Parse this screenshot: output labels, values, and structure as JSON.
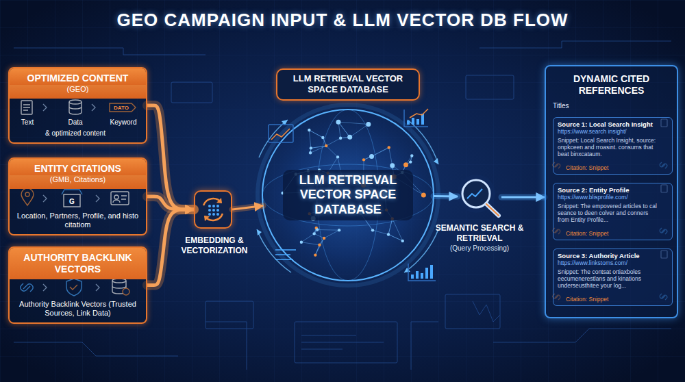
{
  "diagram": {
    "title": "GEO CAMPAIGN INPUT & LLM VECTOR DB FLOW",
    "nodes": [
      {
        "text": [
          "OPTIMIZED CONTENT",
          "(GEO)"
        ]
      },
      {
        "text": [
          "ENTITY CITATIONS",
          "(GMB, Citations)",
          "Location, Partners, Profile, and histo citatiom"
        ]
      },
      {
        "text": [
          "AUTHORITY BACKLINK VECTORS",
          "Authority Backlink Vectors (Trusted Sources, Link Data)"
        ]
      },
      {
        "text": [
          "EMBEDDING & VECTORIZATION"
        ]
      },
      {
        "text": [
          "LLM RETRIEVAL VECTOR SPACE DATABASE"
        ]
      },
      {
        "text": [
          "LLM RETRIEVAL VECTOR SPACE DATABASE"
        ]
      },
      {
        "text": [
          "SEMANTIC SEARCH & RETRIEVAL",
          "(Query Processing)"
        ]
      },
      {
        "text": [
          "DYNAMIC CITED REFERENCES",
          "Titles"
        ]
      },
      {
        "text": [
          "Source 1: Local Search Insight",
          "https://www.search insight/",
          "Snippet: Local Search Insight, source: onpkceen and rroasint. consums that beat binxcataum.",
          "Citation: Snippet"
        ],
        "in": 7
      },
      {
        "text": [
          "Source 2: Entity Profile",
          "https://www.blisprofile.com/",
          "Snippet: The empovered articles to cal seance to deen colver and conners from Entity Profile...",
          "Citation: Snippet"
        ],
        "in": 7
      },
      {
        "text": [
          "Source 3: Authority Article",
          "https://www.linkstoms.com/",
          "Snippet: The contsat ortiaxboles eecumenerestlans and kinations underseusthitee your log...",
          "Citation: Snippet"
        ],
        "in": 7
      }
    ],
    "edges": [
      {
        "from": 0,
        "to": 3,
        "arrow": "to"
      },
      {
        "from": 1,
        "to": 3,
        "arrow": "to"
      },
      {
        "from": 2,
        "to": 3,
        "arrow": "to"
      },
      {
        "from": 3,
        "to": 5,
        "arrow": "to"
      },
      {
        "from": 5,
        "to": 6,
        "arrow": "to"
      },
      {
        "from": 6,
        "to": 7,
        "arrow": "to"
      }
    ],
    "labels": [
      "Text",
      "Data",
      "Keyword",
      "& optimized content",
      "DATO",
      "G"
    ]
  }
}
